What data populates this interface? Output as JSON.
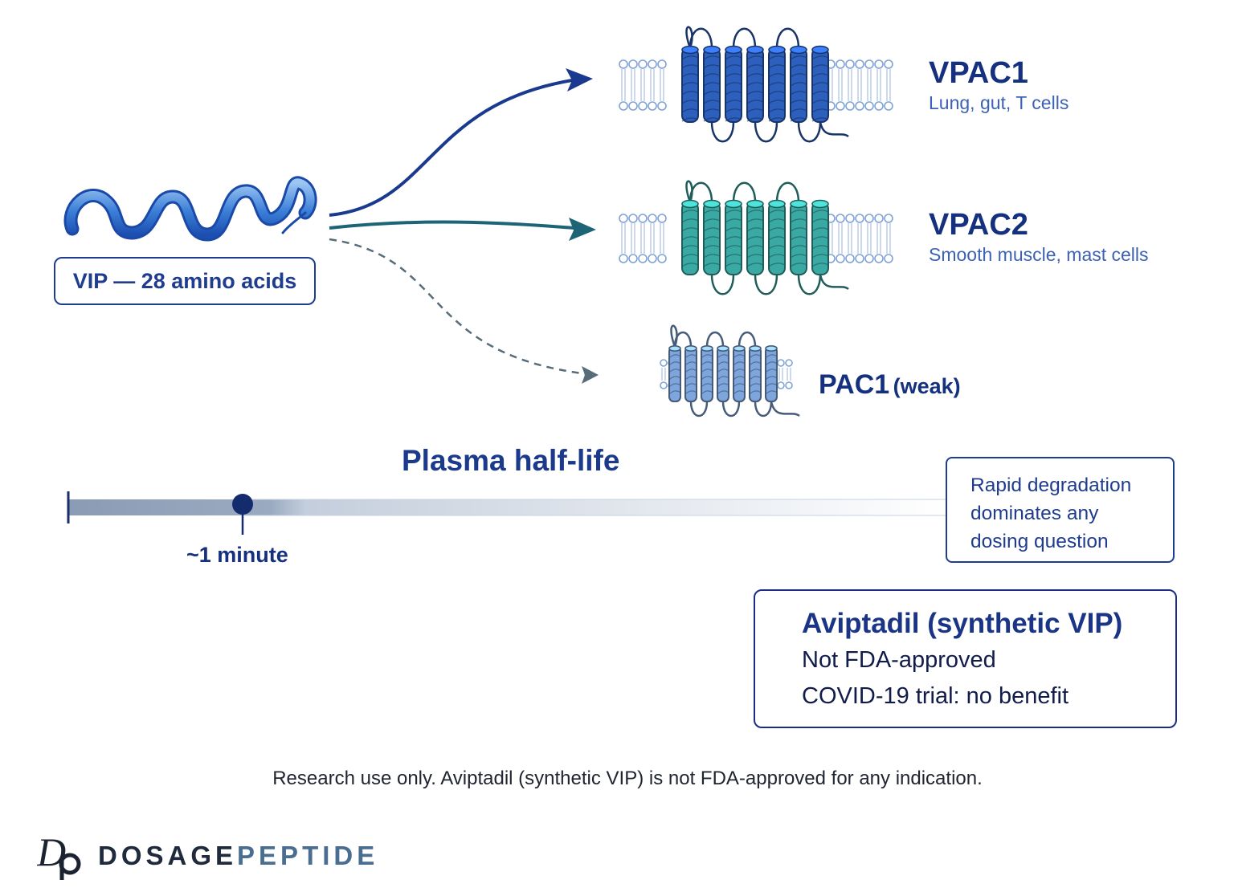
{
  "ligand": {
    "label": "VIP — 28 amino acids"
  },
  "receptors": [
    {
      "name": "VPAC1",
      "description": "Lung, gut, T cells",
      "color": "#2d5fbd",
      "arrow_color": "#1a3a8f",
      "arrow_style": "solid"
    },
    {
      "name": "VPAC2",
      "description": "Smooth muscle, mast cells",
      "color": "#3aa9a3",
      "arrow_color": "#1e6477",
      "arrow_style": "solid"
    },
    {
      "name": "PAC1",
      "qualifier": "(weak)",
      "color": "#7ea6dc",
      "arrow_color": "#566c78",
      "arrow_style": "dashed"
    }
  ],
  "half_life": {
    "title": "Plasma half-life",
    "value_label": "~1 minute",
    "note": [
      "Rapid degradation",
      "dominates any",
      "dosing question"
    ]
  },
  "drug_box": {
    "title": "Aviptadil (synthetic VIP)",
    "lines": [
      "Not FDA-approved",
      "COVID-19 trial: no benefit"
    ]
  },
  "disclaimer": "Research use only. Aviptadil (synthetic VIP) is not FDA-approved for any indication.",
  "brand": {
    "part1": "DOSAGE",
    "part2": "PEPTIDE"
  }
}
